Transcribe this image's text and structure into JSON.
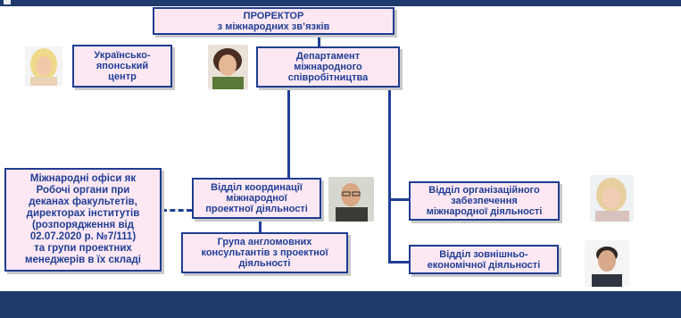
{
  "nodes": {
    "prorector": "ПРОРЕКТОР\nз міжнародних зв’язків",
    "ukr_japan": "Українсько-\nяпонський\nцентр",
    "department": "Департамент\nміжнародного\nспівробітництва",
    "offices": "Міжнародні офіси як\nРобочі органи при\nдеканах факультетів,\nдиректорах інститутів\n(розпорядження від\n02.07.2020 р. №7/111)\nта групи проектних\nменеджерів в їх складі",
    "coordination": "Відділ координації\nміжнародної\nпроектної діяльності",
    "consultants": "Група англомовних\nконсультантів з проектної\nдіяльності",
    "org_support": "Відділ організаційного\nзабезпечення\nміжнародної діяльності",
    "econ": "Відділ зовнішньо-\nекономічної діяльності"
  },
  "photos": [
    "portrait-blonde-woman",
    "portrait-dark-haired-woman",
    "portrait-bald-man-glasses",
    "portrait-fair-haired-woman",
    "portrait-young-man"
  ],
  "colors": {
    "box_fill": "#fce7f3",
    "box_border": "#1f3d8f",
    "text": "#1f3e96",
    "bar": "#1e3a6b"
  }
}
